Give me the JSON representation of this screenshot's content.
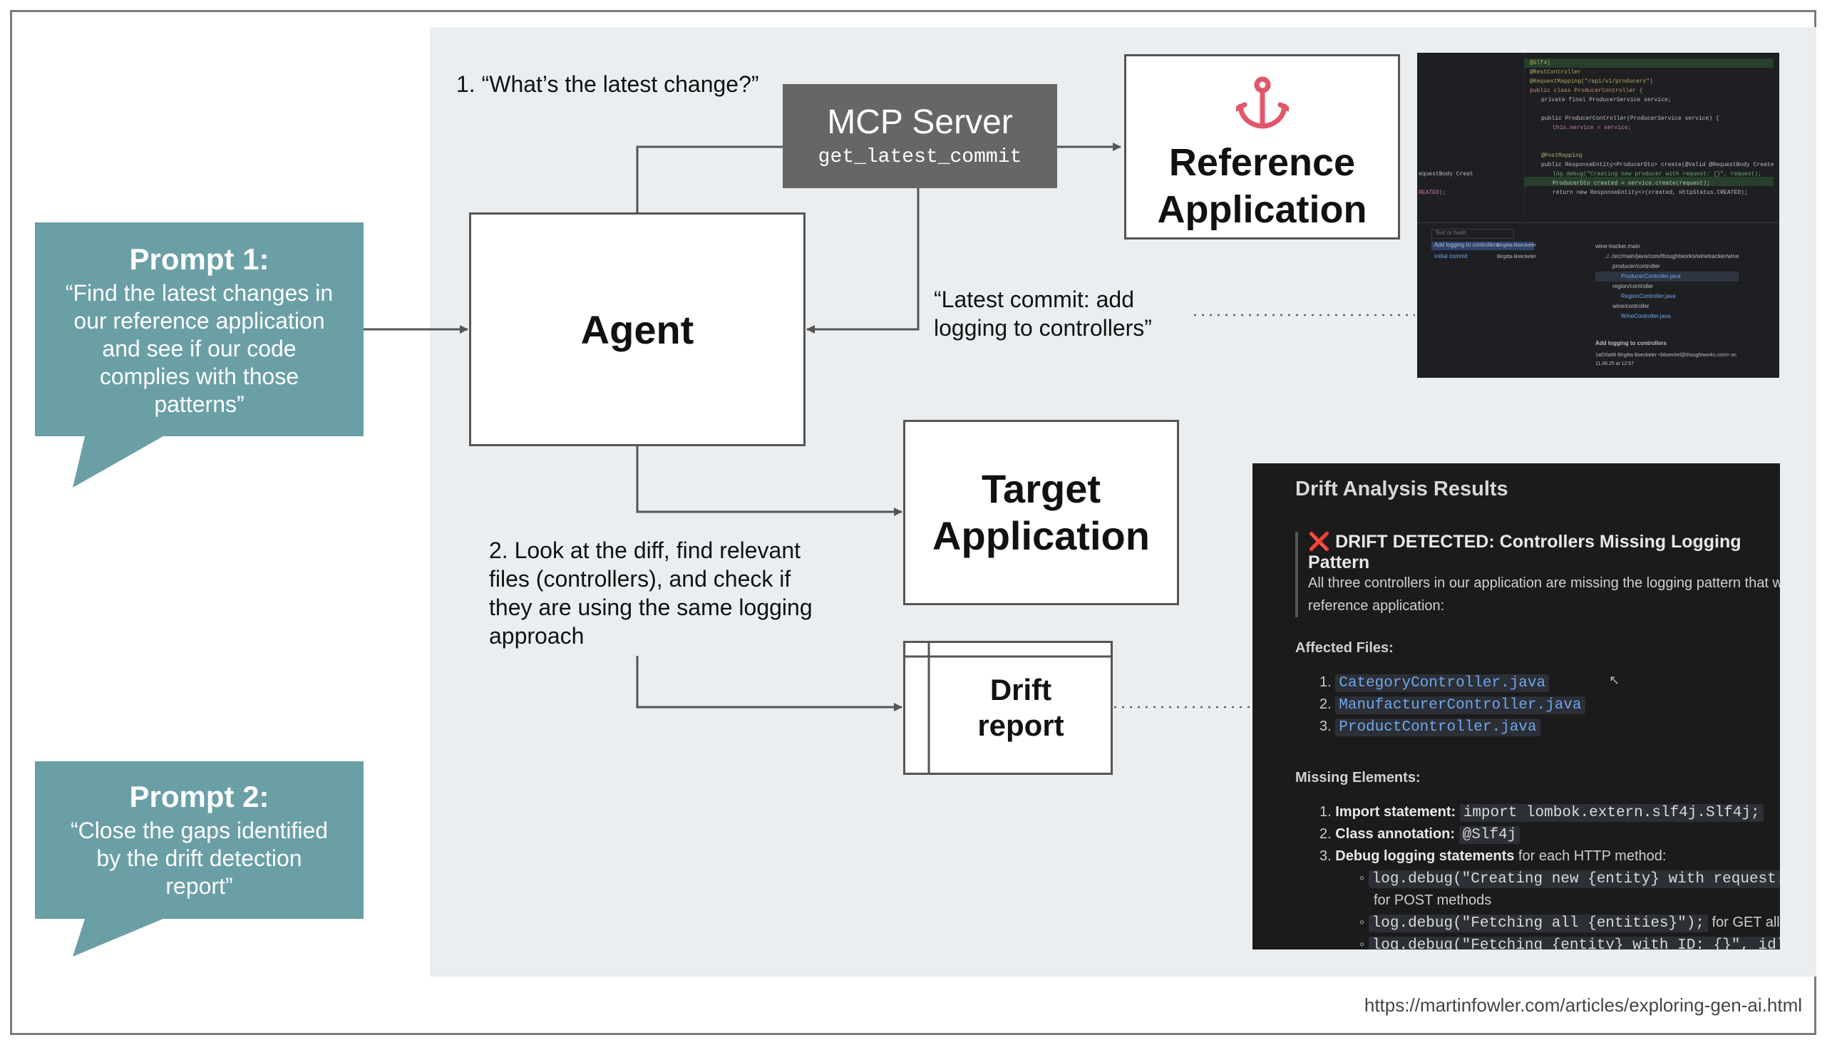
{
  "mcp_server": {
    "title": "MCP Server",
    "tool": "get_latest_commit"
  },
  "boxes": {
    "reference": {
      "line1": "Reference",
      "line2": "Application"
    },
    "agent": "Agent",
    "target": {
      "line1": "Target",
      "line2": "Application"
    },
    "drift_report": {
      "line1": "Drift",
      "line2": "report"
    }
  },
  "labels": {
    "step1": "1. “What’s the latest change?”",
    "commit_line1": "“Latest commit: add",
    "commit_line2": "logging to controllers”",
    "step2_lines": [
      "2. Look at the diff, find relevant",
      "files (controllers), and check if",
      "they are using the same logging",
      "approach"
    ]
  },
  "prompts": [
    {
      "heading": "Prompt 1:",
      "lines": [
        "“Find the latest changes in",
        "our reference application",
        "and see if our code",
        "complies with those",
        "patterns”"
      ]
    },
    {
      "heading": "Prompt 2:",
      "lines": [
        "“Close the gaps identified",
        "by the drift detection",
        "report”"
      ]
    }
  ],
  "ide_screenshot": {
    "annotations": [
      "@Slf4j",
      "@RestController",
      "@RequestMapping(\"/api/v1/producers\")"
    ],
    "code_lines": [
      "public class ProducerController {",
      "private final ProducerService service;",
      "public ProducerController(ProducerService service) {",
      "this.service = service;",
      "@PostMapping",
      "public ResponseEntity<ProducerDto> create(@Valid @RequestBody Create",
      "log.debug(\"Creating new producer with request: {}\", request);",
      "ProducerDto created = service.create(request);",
      "return new ResponseEntity<>(created, HttpStatus.CREATED);"
    ],
    "left_fragments": [
      "equestBody Creat",
      "REATED);"
    ],
    "commits": [
      "Add logging to controllers",
      "Initial commit"
    ],
    "authors": [
      "Birgitta Boeckeler",
      "Birgitta Boeckeler"
    ],
    "tree": [
      "wine-tracker.main",
      "../../src/main/java/com/thoughtworks/winetracker/wine",
      "producer/controller",
      "ProducerController.java",
      "region/controller",
      "RegionController.java",
      "wine/controller",
      "WineController.java"
    ],
    "commit_msg": "Add logging to controllers",
    "commit_meta_1": "1af20a68 Birgitta Boeckeler <bboeckel@thoughtworks.com> on",
    "commit_meta_2": "11.06.25 at 12:57",
    "search_placeholder": "Text or hash"
  },
  "drift_results": {
    "title": "Drift Analysis Results",
    "alert_icon": "cross-mark-icon",
    "heading": "DRIFT DETECTED: Controllers Missing Logging Pattern",
    "paragraph_line1": "All three controllers in our application are missing the logging pattern that w",
    "paragraph_line2": "reference application:",
    "affected_label": "Affected Files:",
    "affected_files": [
      "CategoryController.java",
      "ManufacturerController.java",
      "ProductController.java"
    ],
    "missing_label": "Missing Elements:",
    "missing": [
      {
        "num": "1.",
        "label": "Import statement:",
        "code": "import lombok.extern.slf4j.Slf4j;"
      },
      {
        "num": "2.",
        "label": "Class annotation:",
        "code": "@Slf4j"
      },
      {
        "num": "3.",
        "label": "Debug logging statements",
        "rest": " for each HTTP method:"
      }
    ],
    "bullets": [
      {
        "code": "log.debug(\"Creating new {entity} with request: {",
        "rest": ""
      },
      {
        "code": "",
        "rest": "for POST methods"
      },
      {
        "code": "log.debug(\"Fetching all {entities}\");",
        "rest": " for GET all me"
      },
      {
        "code": "log.debug(\"Fetching {entity} with ID: {}\", id);",
        "rest": ""
      }
    ]
  },
  "footer_url": "https://martinfowler.com/articles/exploring-gen-ai.html",
  "colors": {
    "bubble": "#6a9fa6",
    "mcp": "#666666",
    "anchor": "#e0566b",
    "canvas": "#eaeef1"
  }
}
